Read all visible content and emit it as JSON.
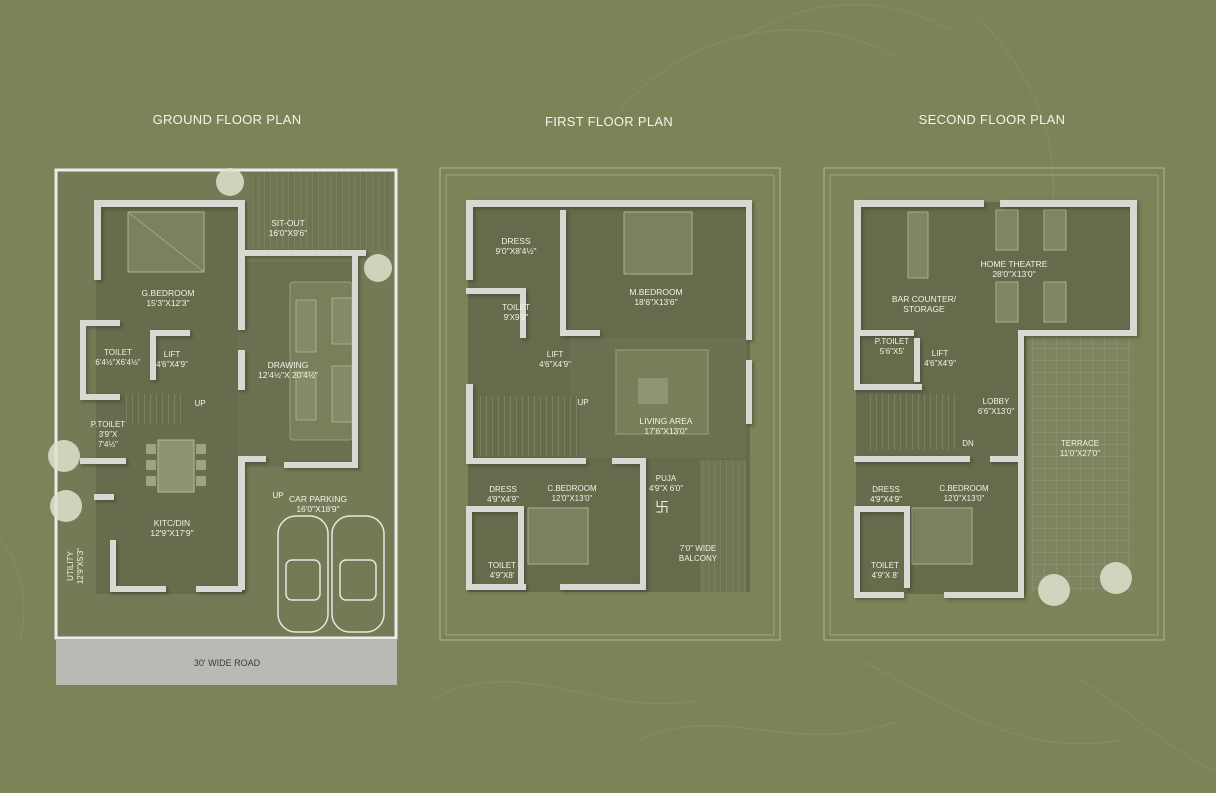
{
  "plans": {
    "ground": {
      "title": "GROUND FLOOR PLAN",
      "rooms": {
        "sitout": {
          "name": "SIT-OUT",
          "dim": "16'0\"X9'6\""
        },
        "gbedroom": {
          "name": "G.BEDROOM",
          "dim": "15'3\"X12'3\""
        },
        "toilet": {
          "name": "TOILET",
          "dim": "6'4½\"X6'4½\""
        },
        "lift": {
          "name": "LIFT",
          "dim": "4'6\"X4'9\""
        },
        "drawing": {
          "name": "DRAWING",
          "dim": "12'4½\"X 20'4½\""
        },
        "ptoilet": {
          "name": "P.TOILET",
          "dim": "3'9\"X",
          "dim2": "7'4½\""
        },
        "kitdin": {
          "name": "KITC/DIN",
          "dim": "12'9\"X17'9\""
        },
        "utility": {
          "name": "UTILITY",
          "dim": "12'9\"X5'3\""
        },
        "parking": {
          "name": "CAR PARKING",
          "dim": "16'0\"X18'9\""
        }
      },
      "up1": "UP",
      "up2": "UP",
      "road": "30' WIDE ROAD"
    },
    "first": {
      "title": "FIRST FLOOR PLAN",
      "rooms": {
        "dress": {
          "name": "DRESS",
          "dim": "9'0\"X8'4½\""
        },
        "mbedroom": {
          "name": "M.BEDROOM",
          "dim": "18'6\"X13'6\""
        },
        "toilet": {
          "name": "TOILET",
          "dim": "9'X9'9\""
        },
        "lift": {
          "name": "LIFT",
          "dim": "4'6\"X4'9\""
        },
        "living": {
          "name": "LIVING AREA",
          "dim": "17'6\"X13'0\""
        },
        "dress2": {
          "name": "DRESS",
          "dim": "4'9\"X4'9\""
        },
        "cbedroom": {
          "name": "C.BEDROOM",
          "dim": "12'0\"X13'0\""
        },
        "puja": {
          "name": "PUJA",
          "dim": "4'9\"X 6'0\""
        },
        "toilet2": {
          "name": "TOILET",
          "dim": "4'9\"X8'"
        },
        "balcony": {
          "name": "7'0\" WIDE",
          "dim": "BALCONY"
        }
      },
      "up": "UP"
    },
    "second": {
      "title": "SECOND FLOOR PLAN",
      "rooms": {
        "hometheatre": {
          "name": "HOME THEATRE",
          "dim": "28'0\"X13'0\""
        },
        "bar": {
          "name": "BAR COUNTER/",
          "dim": "STORAGE"
        },
        "ptoilet": {
          "name": "P.TOILET",
          "dim": "5'6\"X5'"
        },
        "lift": {
          "name": "LIFT",
          "dim": "4'6\"X4'9\""
        },
        "lobby": {
          "name": "LOBBY",
          "dim": "6'6\"X13'0\""
        },
        "terrace": {
          "name": "TERRACE",
          "dim": "11'0\"X27'0\""
        },
        "dress": {
          "name": "DRESS",
          "dim": "4'9\"X4'9\""
        },
        "cbedroom": {
          "name": "C.BEDROOM",
          "dim": "12'0\"X13'0\""
        },
        "toilet": {
          "name": "TOILET",
          "dim": "4'9\"X 8'"
        }
      },
      "dn": "DN"
    }
  },
  "colors": {
    "background": "#7b8359",
    "wall": "#d8d9d3",
    "floor": "#6b7150",
    "floor_dark": "#5f6547",
    "road": "#b9bab4",
    "plot_line": "#a9ae8c"
  }
}
